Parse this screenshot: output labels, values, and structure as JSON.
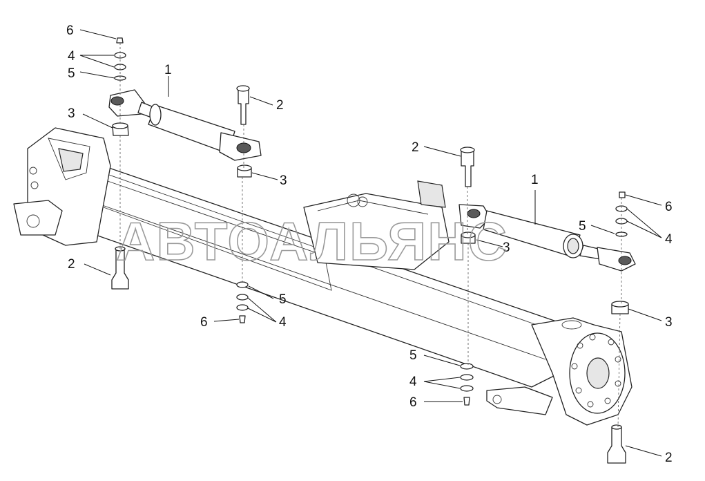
{
  "diagram": {
    "callouts": [
      {
        "id": "c1",
        "label": "6"
      },
      {
        "id": "c2",
        "label": "4"
      },
      {
        "id": "c3",
        "label": "5"
      },
      {
        "id": "c4",
        "label": "1"
      },
      {
        "id": "c5",
        "label": "2"
      },
      {
        "id": "c6",
        "label": "3"
      },
      {
        "id": "c7",
        "label": "3"
      },
      {
        "id": "c8",
        "label": "2"
      },
      {
        "id": "c9",
        "label": "1"
      },
      {
        "id": "c10",
        "label": "6"
      },
      {
        "id": "c11",
        "label": "5"
      },
      {
        "id": "c12",
        "label": "4"
      },
      {
        "id": "c13",
        "label": "3"
      },
      {
        "id": "c14",
        "label": "2"
      },
      {
        "id": "c15",
        "label": "5"
      },
      {
        "id": "c16",
        "label": "6"
      },
      {
        "id": "c17",
        "label": "4"
      },
      {
        "id": "c18",
        "label": "3"
      },
      {
        "id": "c19",
        "label": "5"
      },
      {
        "id": "c20",
        "label": "4"
      },
      {
        "id": "c21",
        "label": "6"
      },
      {
        "id": "c22",
        "label": "2"
      }
    ],
    "watermark": "АВТОАЛЬЯНС"
  }
}
